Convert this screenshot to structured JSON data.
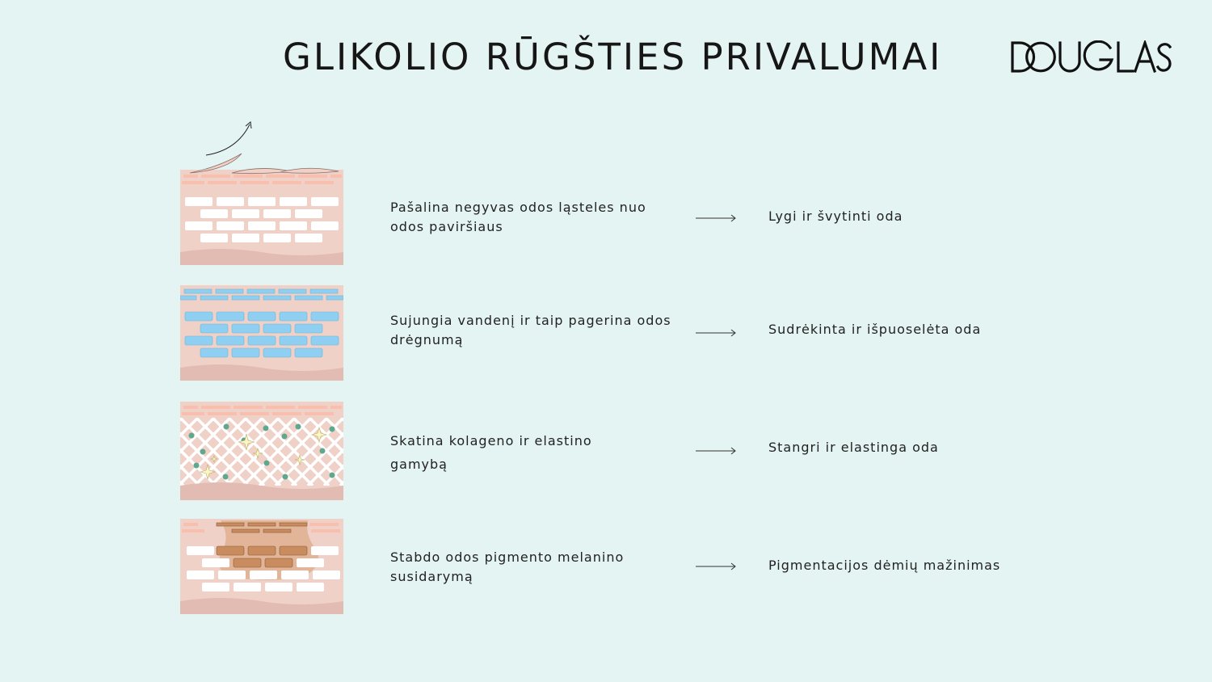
{
  "title": "GLIKOLIO RŪGŠTIES PRIVALUMAI",
  "brand": "DOUGLAS",
  "colors": {
    "background": "#e4f4f2",
    "skin": "#efd1c8",
    "skin_dark": "#e2bcb2",
    "cell": "#ffffff",
    "water_cell": "#8fd0f2",
    "pigment_cell": "#c98c5e",
    "collagen_dot": "#5fa88e"
  },
  "benefits": [
    {
      "icon": "dead-skin-exfoliation-icon",
      "description_lines": [
        "Pašalina negyvas odos ląsteles nuo",
        "odos paviršiaus"
      ],
      "result": "Lygi ir švytinti oda"
    },
    {
      "icon": "hydration-cells-icon",
      "description_lines": [
        "Sujungia vandenį ir taip pagerina odos",
        "drėgnumą"
      ],
      "result": "Sudrėkinta ir išpuoselėta oda"
    },
    {
      "icon": "collagen-elastin-icon",
      "description_lines": [
        "Skatina kolageno ir elastino",
        "gamybą"
      ],
      "result": "Stangri ir elastinga oda"
    },
    {
      "icon": "pigmentation-icon",
      "description_lines": [
        "Stabdo odos pigmento melanino",
        "susidarymą"
      ],
      "result": "Pigmentacijos dėmių mažinimas"
    }
  ]
}
